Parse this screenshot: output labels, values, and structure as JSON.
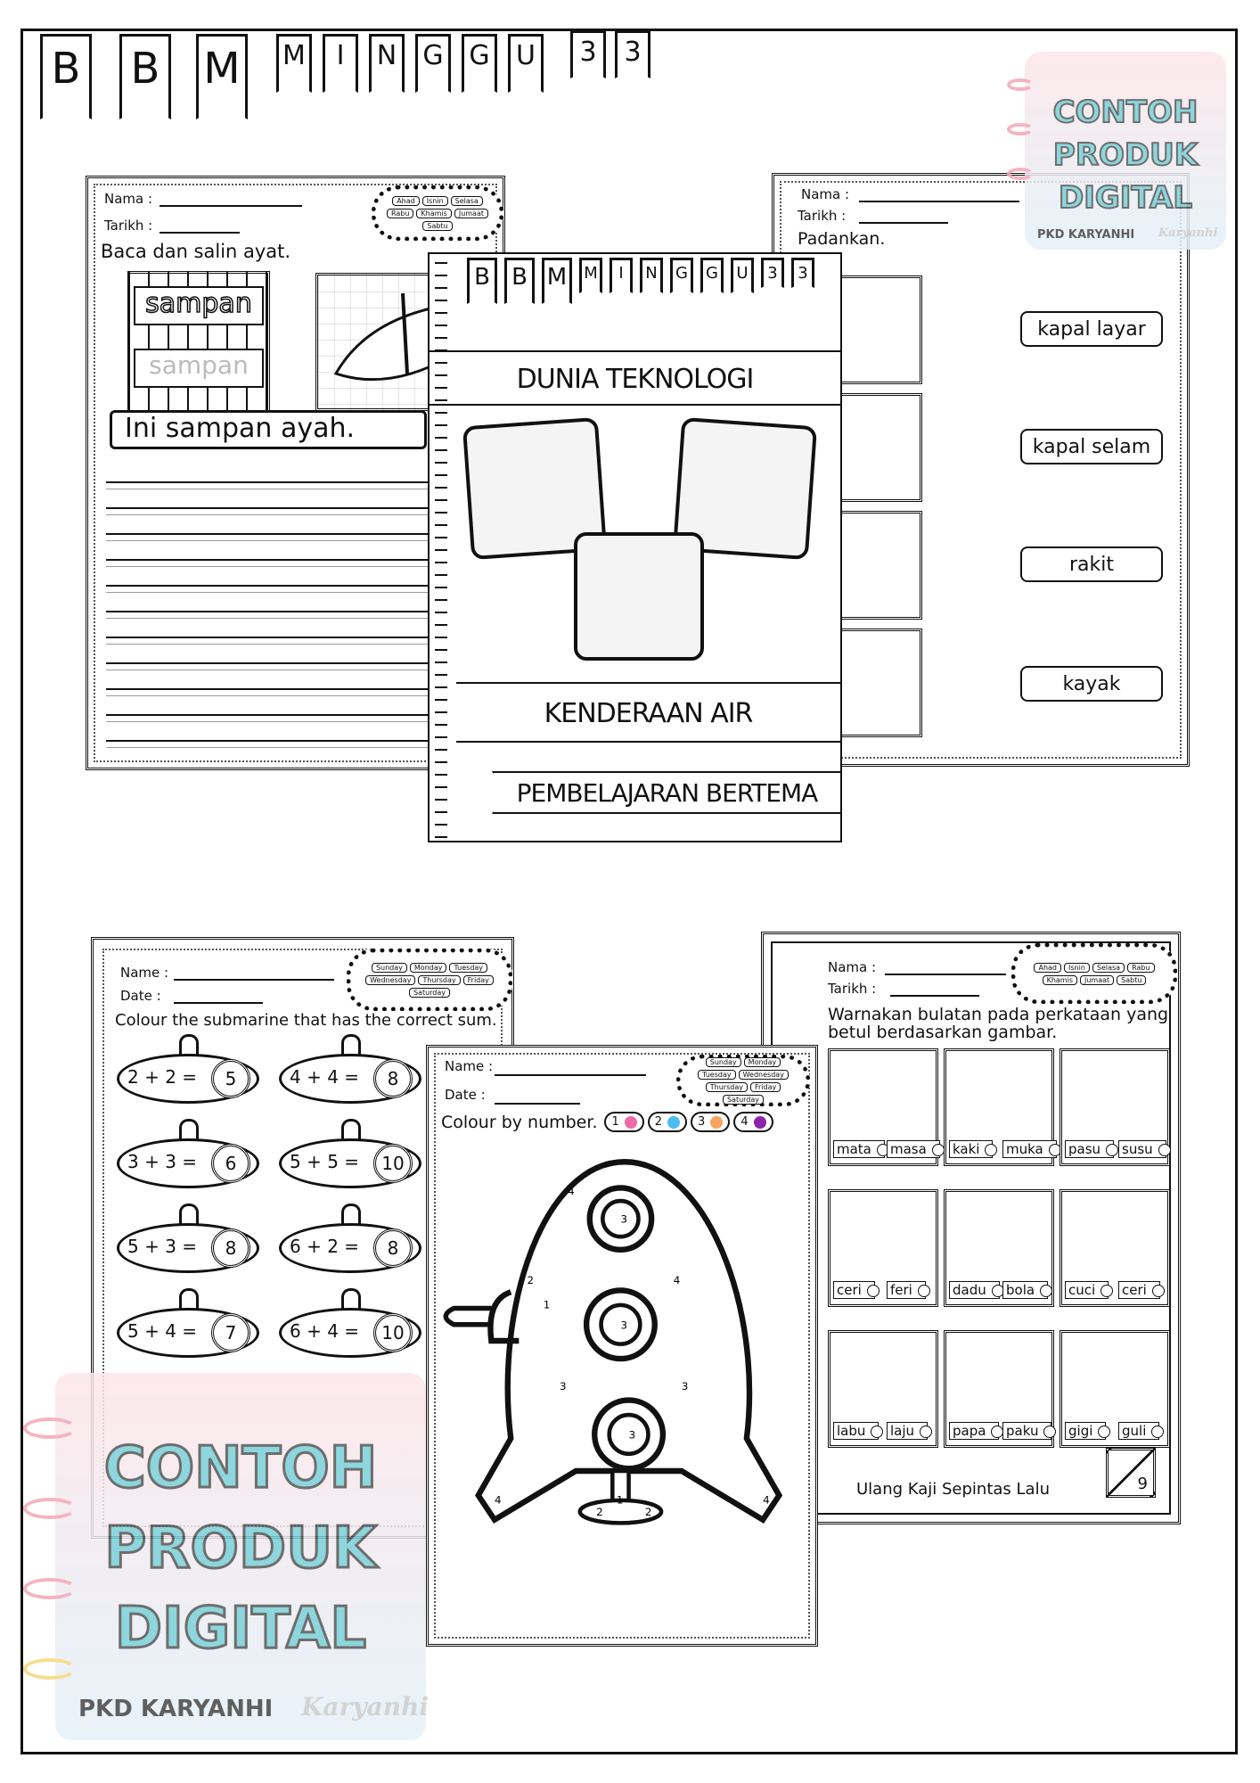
{
  "title": {
    "big": [
      "B",
      "B",
      "M"
    ],
    "small": [
      "M",
      "I",
      "N",
      "G",
      "G",
      "U"
    ],
    "number": [
      "3",
      "3"
    ]
  },
  "watermark": {
    "line1": "CONTOH",
    "line2": "PRODUK",
    "line3": "DIGITAL",
    "brand": "PKD KARYANHI",
    "signature": "Karyanhi"
  },
  "page_copy": {
    "name_label": "Nama :",
    "date_label": "Tarikh :",
    "days": [
      "Ahad",
      "Isnin",
      "Selasa",
      "Rabu",
      "Khamis",
      "Jumaat",
      "Sabtu"
    ],
    "instruction": "Baca dan salin ayat.",
    "word_outline": "sampan",
    "word_trace": "sampan",
    "sentence": "Ini sampan ayah."
  },
  "page_match": {
    "name_label": "Nama :",
    "date_label": "Tarikh :",
    "instruction": "Padankan.",
    "words": [
      "kapal layar",
      "kapal selam",
      "rakit",
      "kayak"
    ]
  },
  "cover": {
    "banner_big": [
      "B",
      "B",
      "M"
    ],
    "banner_small": [
      "M",
      "I",
      "N",
      "G",
      "G",
      "U"
    ],
    "banner_num": [
      "3",
      "3"
    ],
    "theme": "DUNIA TEKNOLOGI",
    "topic": "KENDERAAN AIR",
    "subtitle": "PEMBELAJARAN BERTEMA"
  },
  "page_sum": {
    "name_label": "Name :",
    "date_label": "Date :",
    "days": [
      "Sunday",
      "Monday",
      "Tuesday",
      "Wednesday",
      "Thursday",
      "Friday",
      "Saturday"
    ],
    "instruction": "Colour the submarine that has the correct sum.",
    "items": [
      {
        "eq": "2 + 2 =",
        "ans": "5"
      },
      {
        "eq": "4 + 4 =",
        "ans": "8"
      },
      {
        "eq": "3 + 3 =",
        "ans": "6"
      },
      {
        "eq": "5 + 5 =",
        "ans": "10"
      },
      {
        "eq": "5 + 3 =",
        "ans": "8"
      },
      {
        "eq": "6 + 2 =",
        "ans": "8"
      },
      {
        "eq": "5 + 4 =",
        "ans": "7"
      },
      {
        "eq": "6 + 4 =",
        "ans": "10"
      }
    ]
  },
  "page_colour": {
    "name_label": "Name :",
    "date_label": "Date :",
    "days": [
      "Sunday",
      "Monday",
      "Tuesday",
      "Wednesday",
      "Thursday",
      "Friday",
      "Saturday"
    ],
    "instruction": "Colour by number.",
    "key": [
      {
        "n": "1",
        "color": "#f06aa8"
      },
      {
        "n": "2",
        "color": "#4dbcf2"
      },
      {
        "n": "3",
        "color": "#f7a35c"
      },
      {
        "n": "4",
        "color": "#8e24aa"
      }
    ],
    "numbers": [
      "3",
      "3",
      "3",
      "4",
      "2",
      "1",
      "3",
      "4",
      "1",
      "2",
      "2",
      "4",
      "4",
      "3"
    ]
  },
  "page_word": {
    "name_label": "Nama :",
    "date_label": "Tarikh :",
    "days": [
      "Ahad",
      "Isnin",
      "Selasa",
      "Rabu",
      "Khamis",
      "Jumaat",
      "Sabtu"
    ],
    "instruction": "Warnakan bulatan pada perkataan yang betul berdasarkan gambar.",
    "cells": [
      [
        "mata",
        "masa"
      ],
      [
        "kaki",
        "muka"
      ],
      [
        "pasu",
        "susu"
      ],
      [
        "ceri",
        "feri"
      ],
      [
        "dadu",
        "bola"
      ],
      [
        "cuci",
        "ceri"
      ],
      [
        "labu",
        "laju"
      ],
      [
        "papa",
        "paku"
      ],
      [
        "gigi",
        "guli"
      ]
    ],
    "footer": "Ulang Kaji Sepintas Lalu",
    "score": "9"
  }
}
